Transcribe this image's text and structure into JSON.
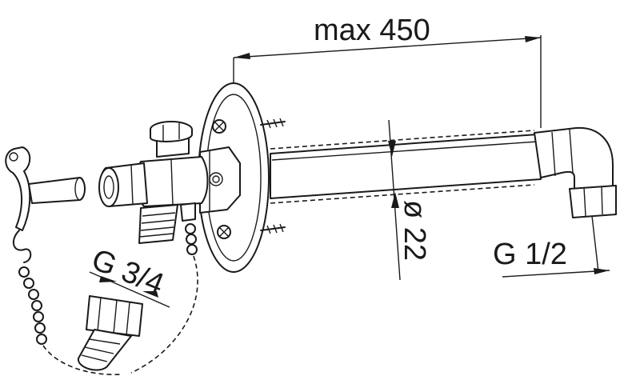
{
  "labels": {
    "length": "max 450",
    "diameter": "ø 22",
    "outlet_thread": "G 3/4",
    "inlet_thread": "G 1/2"
  }
}
